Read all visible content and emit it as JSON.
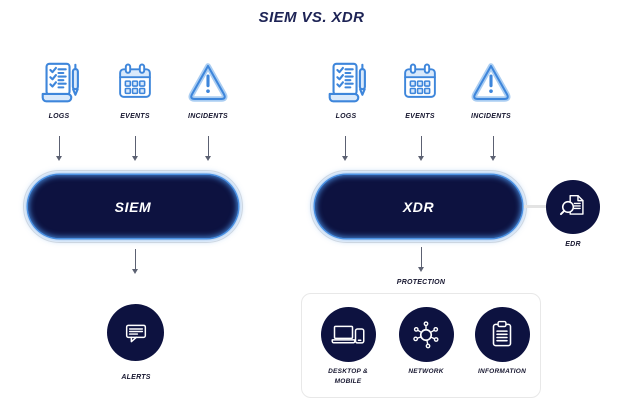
{
  "title": "SIEM VS. XDR",
  "colors": {
    "navy": "#0d1240",
    "icon_blue": "#3e86db",
    "icon_blue_light": "#d9e9fb",
    "glow_blue": "#4a90e2",
    "label_dark": "#16162f",
    "arrow_gray": "#5c6172",
    "card_border": "#e8e8e8"
  },
  "siem": {
    "box_label": "SIEM",
    "inputs": [
      {
        "label": "LOGS",
        "icon": "logs-icon"
      },
      {
        "label": "EVENTS",
        "icon": "events-icon"
      },
      {
        "label": "INCIDENTS",
        "icon": "incidents-icon"
      }
    ],
    "output": {
      "label": "ALERTS",
      "icon": "chat-message-icon"
    }
  },
  "xdr": {
    "box_label": "XDR",
    "inputs": [
      {
        "label": "LOGS",
        "icon": "logs-icon"
      },
      {
        "label": "EVENTS",
        "icon": "events-icon"
      },
      {
        "label": "INCIDENTS",
        "icon": "incidents-icon"
      }
    ],
    "edr": {
      "label": "EDR",
      "icon": "document-search-icon"
    },
    "protection": {
      "label": "PROTECTION",
      "items": [
        {
          "label": "DESKTOP & MOBILE",
          "icon": "desktop-mobile-icon"
        },
        {
          "label": "NETWORK",
          "icon": "network-hub-icon"
        },
        {
          "label": "INFORMATION",
          "icon": "clipboard-icon"
        }
      ]
    }
  }
}
